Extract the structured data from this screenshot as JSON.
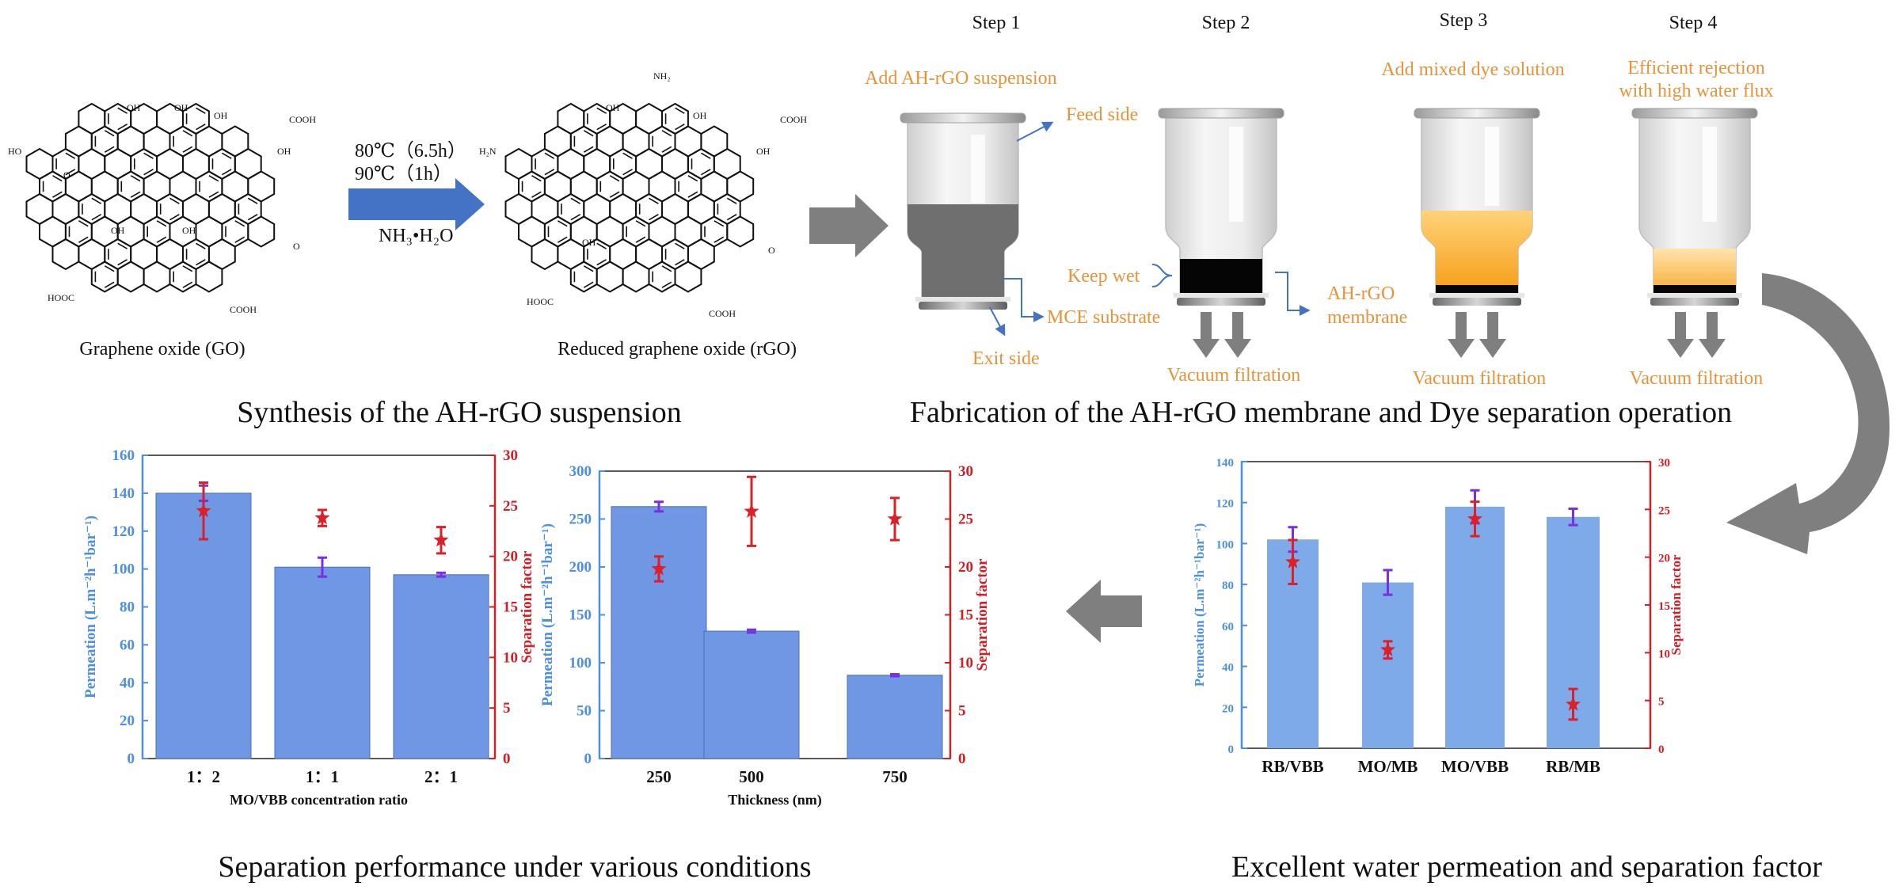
{
  "headings": {
    "synthesis": "Synthesis of the AH-rGO suspension",
    "fabrication": "Fabrication of the AH-rGO membrane and Dye separation operation",
    "conditions": "Separation performance under various conditions",
    "excellent": "Excellent water permeation and separation factor"
  },
  "synthesis": {
    "go_label": "Graphene oxide (GO)",
    "rgo_label": "Reduced graphene oxide (rGO)",
    "condition_1": "80℃（6.5h）",
    "condition_2": "90℃（1h）",
    "reagent": "NH₃•H₂O",
    "groups": {
      "oh": "OH",
      "cooh": "COOH",
      "hooc": "HOOC",
      "ho": "HO",
      "o": "O",
      "nh2": "NH₂",
      "h2n": "H₂N"
    }
  },
  "steps": {
    "step1": "Step 1",
    "step2": "Step 2",
    "step3": "Step 3",
    "step4": "Step 4",
    "add_suspension": "Add AH-rGO suspension",
    "feed_side": "Feed side",
    "mce_substrate": "MCE substrate",
    "exit_side": "Exit side",
    "keep_wet": "Keep wet",
    "membrane_1": "AH-rGO",
    "membrane_2": "membrane",
    "vacuum_1": "Vacuum filtration",
    "vacuum_2": "Vacuum filtration",
    "vacuum_3": "Vacuum filtration",
    "add_dye": "Add mixed dye solution",
    "efficient_1": "Efficient rejection",
    "efficient_2": "with high water flux"
  },
  "colors": {
    "orange": "#e8933a",
    "bar_blue": "#6f97e3",
    "bar_blue_light": "#7eaaea",
    "error_purple": "#7a2fe0",
    "star_red": "#dd1f2a",
    "axis_blue": "#4d8fe0",
    "axis_red": "#d11f26"
  },
  "chart_data": [
    {
      "type": "bar",
      "xlabel": "MO/VBB concentration ratio",
      "ylabel": "Permeation (L.m⁻²h⁻¹bar⁻¹)",
      "y2label": "Separation factor",
      "categories": [
        "1：2",
        "1：1",
        "2：1"
      ],
      "ylim": [
        0,
        160
      ],
      "yticks": [
        0,
        20,
        40,
        60,
        80,
        100,
        120,
        140,
        160
      ],
      "y2lim": [
        0,
        30
      ],
      "y2ticks": [
        0,
        5,
        10,
        15,
        20,
        25,
        30
      ],
      "series": [
        {
          "values": [
            140,
            101,
            97
          ],
          "errors": [
            4,
            5,
            1
          ]
        },
        {
          "axis": "right",
          "values": [
            24.5,
            23.8,
            21.6
          ],
          "errors": [
            2.8,
            0.8,
            1.3
          ]
        }
      ]
    },
    {
      "type": "bar",
      "xlabel": "Thickness (nm)",
      "ylabel": "Permeation (L.m⁻²h⁻¹bar⁻¹)",
      "y2label": "Separation factor",
      "categories": [
        "250",
        "500",
        "750"
      ],
      "ylim": [
        0,
        300
      ],
      "yticks": [
        0,
        50,
        100,
        150,
        200,
        250,
        300
      ],
      "y2lim": [
        0,
        30
      ],
      "y2ticks": [
        0,
        5,
        10,
        15,
        20,
        25,
        30
      ],
      "series": [
        {
          "values": [
            263,
            133,
            87
          ],
          "errors": [
            5,
            1.5,
            1
          ]
        },
        {
          "axis": "right",
          "values": [
            19.8,
            25.8,
            25
          ],
          "errors": [
            1.3,
            3.6,
            2.2
          ]
        }
      ]
    },
    {
      "type": "bar",
      "xlabel": "",
      "ylabel": "Permeation (L.m⁻²h⁻¹bar⁻¹)",
      "y2label": "Separation factor",
      "categories": [
        "RB/VBB",
        "MO/MB",
        "MO/VBB",
        "RB/MB"
      ],
      "ylim": [
        0,
        140
      ],
      "yticks": [
        0,
        20,
        40,
        60,
        80,
        100,
        120,
        140
      ],
      "y2lim": [
        0,
        30
      ],
      "y2ticks": [
        0,
        5,
        10,
        15,
        20,
        25,
        30
      ],
      "series": [
        {
          "values": [
            102,
            81,
            118,
            113
          ],
          "errors": [
            6,
            6,
            8,
            4
          ]
        },
        {
          "axis": "right",
          "values": [
            19.5,
            10.3,
            24,
            4.6
          ],
          "errors": [
            2.3,
            0.9,
            1.8,
            1.6
          ]
        }
      ]
    }
  ]
}
